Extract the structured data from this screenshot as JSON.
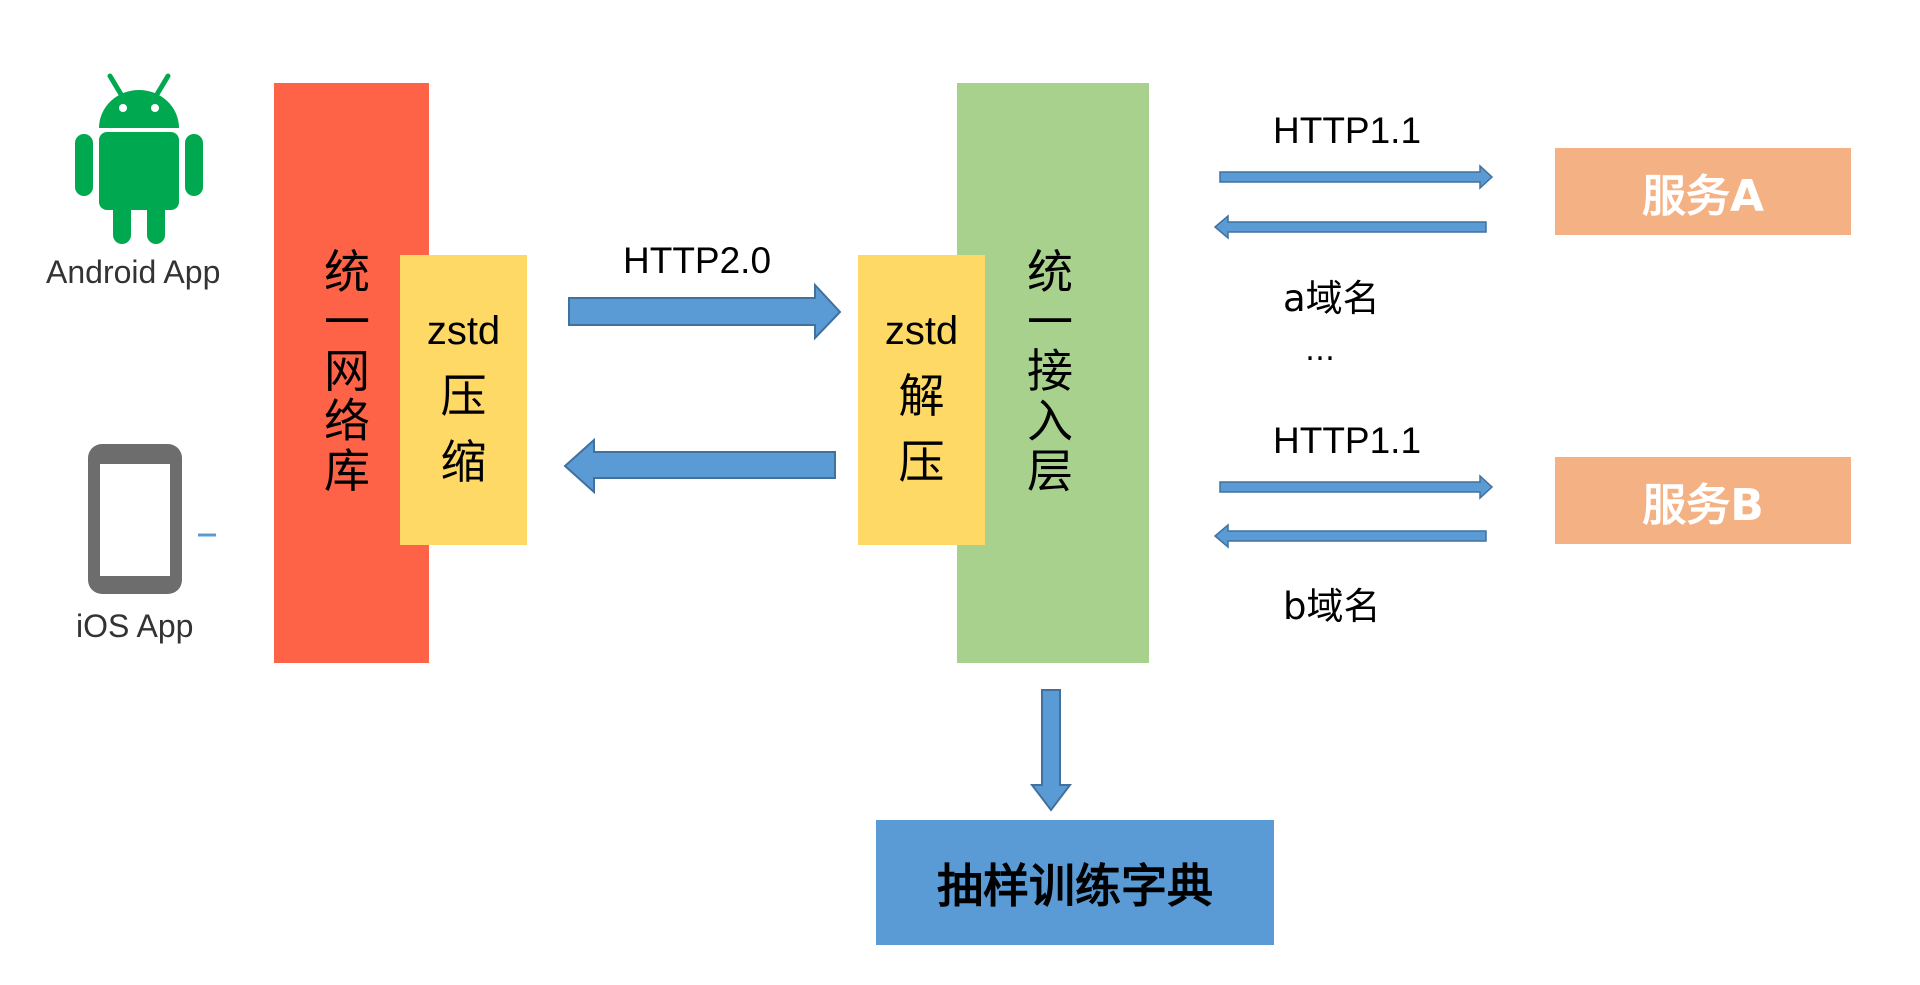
{
  "clients": {
    "android": {
      "label": "Android  App",
      "icon": "android-icon"
    },
    "ios": {
      "label": "iOS App",
      "icon": "phone-icon"
    }
  },
  "network_lib": {
    "text": "统一网络库"
  },
  "compress_box": {
    "line1": "zstd",
    "line2": "压",
    "line3": "缩"
  },
  "protocol_client": "HTTP2.0",
  "decompress_box": {
    "line1": "zstd",
    "line2": "解",
    "line3": "压"
  },
  "access_layer": {
    "text": "统一接入层"
  },
  "service_a": {
    "label": "服务A",
    "protocol": "HTTP1.1",
    "domain": "a域名"
  },
  "ellipsis": "…",
  "service_b": {
    "label": "服务B",
    "protocol": "HTTP1.1",
    "domain": "b域名"
  },
  "dictionary": {
    "label": "抽样训练字典"
  },
  "colors": {
    "network_lib": "#ff6347",
    "codec": "#ffd966",
    "access_layer": "#a9d18e",
    "service": "#f4b183",
    "dictionary": "#5b9bd5",
    "arrow": "#5b9bd5",
    "arrow_stroke": "#41719c",
    "android": "#00a94f",
    "phone": "#6d6d6d"
  }
}
